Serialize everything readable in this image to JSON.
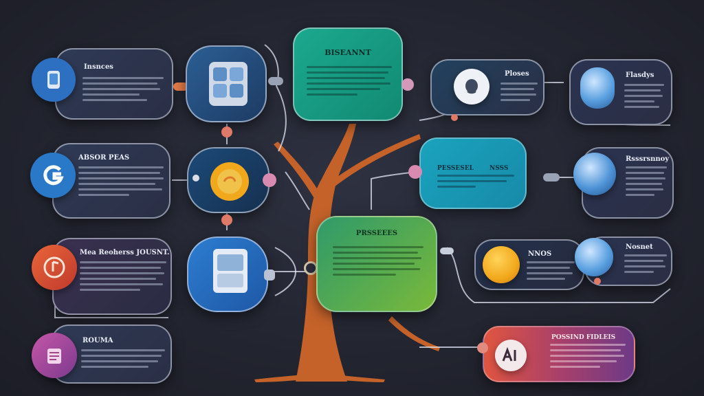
{
  "cards": {
    "top_left": {
      "title": "Insnces"
    },
    "mid_left": {
      "title": "ABSOR PEAS"
    },
    "low_left": {
      "title": "Mea Reoherss JOUSNT."
    },
    "bottom_left": {
      "title": "ROUMA"
    },
    "top_center": {
      "title": "BISEANNT"
    },
    "center_green": {
      "title": "PRSSEEES"
    },
    "top_right_a": {
      "title": "Ploses"
    },
    "top_right_b": {
      "title": "Flasdys"
    },
    "mid_right_cyan": {
      "title_a": "PESSESEL",
      "title_b": "NSSS"
    },
    "mid_right_b": {
      "title": "Rsssrsnnoy"
    },
    "low_right_a": {
      "title": "NNOS"
    },
    "low_right_b": {
      "title": "Nosnet"
    },
    "bottom_right": {
      "title": "POSSIND FIDLEIS"
    }
  },
  "colors": {
    "trunk": "#c4622a",
    "teal": "#17a38a",
    "green": "#6cae3e",
    "cyan": "#1a9bb5",
    "coral": "#e0553f",
    "purple": "#7c3a8e"
  },
  "icons": [
    "phone-icon",
    "grid-app-icon",
    "g-logo-icon",
    "sun-badge-icon",
    "music-note-icon",
    "tablet-icon",
    "scroll-icon",
    "chat-face-icon",
    "crystal-ball-icon",
    "orange-orb-icon",
    "glass-orb-icon",
    "ai-badge-icon"
  ]
}
